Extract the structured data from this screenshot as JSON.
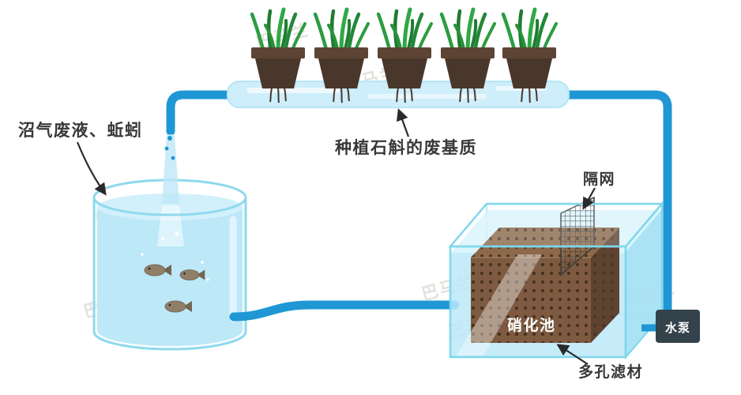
{
  "diagram": {
    "labels": {
      "biogas_input": "沼气废液、蚯蚓",
      "substrate": "种植石斛的废基质",
      "mesh": "隔网",
      "nitrification_tank": "硝化池",
      "porous_filter": "多孔滤材",
      "pump": "水泵"
    },
    "watermark": "巴马兰",
    "colors": {
      "pipe": "#1f97d4",
      "water": "#bce8f8",
      "water_surface": "#d4f1fb",
      "glass_edge": "#7fd7ec",
      "pot": "#4a372b",
      "plant": "#2fa844",
      "filter_block": "#7d5a40",
      "filter_block_top": "#8d6849",
      "filter_block_side": "#5e4330",
      "pump_box": "#33424b",
      "label_text": "#383838",
      "fish": "#8f7e68"
    }
  }
}
